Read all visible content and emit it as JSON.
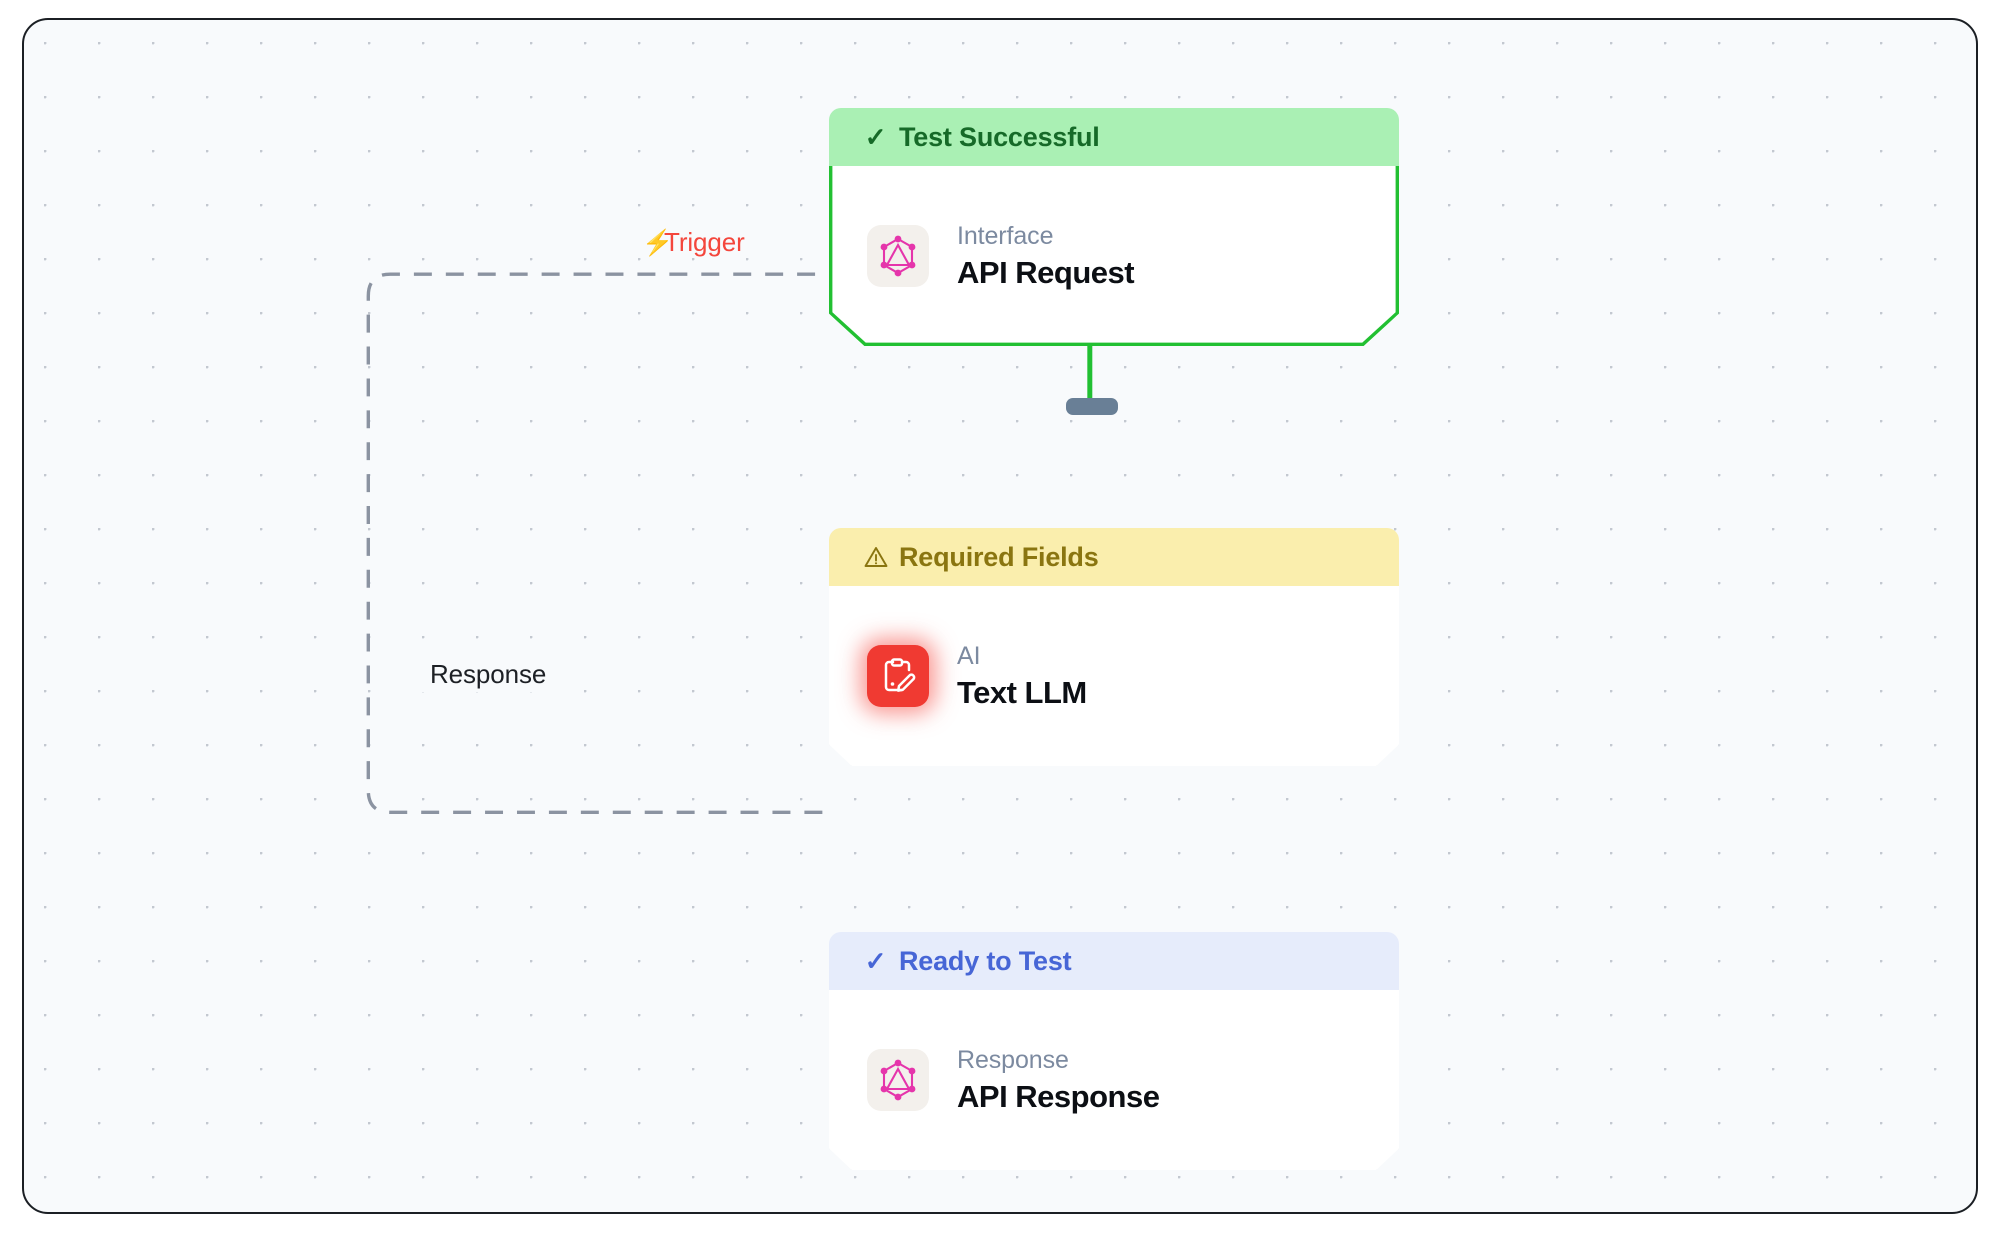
{
  "canvas": {
    "background_color": "#f8fafc",
    "grid": "dot-grid",
    "border_color": "#1b1f24"
  },
  "edges": [
    {
      "id": "trigger-edge",
      "label": "Trigger",
      "icon": "lightning-bolt-icon",
      "color": "#f4463c",
      "style": "dashed",
      "from": "api-response",
      "to": "api-request"
    },
    {
      "id": "response-edge",
      "label": "Response",
      "color": "#1d2025",
      "style": "dashed",
      "from": "api-request",
      "to": "api-response"
    },
    {
      "id": "request-to-llm",
      "label": "",
      "color": "#22c032",
      "style": "solid",
      "from": "api-request",
      "to": "text-llm"
    },
    {
      "id": "llm-to-response",
      "label": "",
      "color": "#697f96",
      "style": "solid",
      "from": "text-llm",
      "to": "api-response"
    }
  ],
  "nodes": [
    {
      "id": "api-request",
      "status_label": "Test Successful",
      "status_icon": "check-icon",
      "status_glyph": "✓",
      "status_bg": "#aaf0b4",
      "status_color": "#166a28",
      "category": "Interface",
      "title": "API Request",
      "icon": "graphql-icon",
      "icon_color": "#e535ab",
      "outline_color": "#22c032"
    },
    {
      "id": "text-llm",
      "status_label": "Required Fields",
      "status_icon": "warning-triangle-icon",
      "status_glyph": "⚠",
      "status_bg": "#faeead",
      "status_color": "#8a7510",
      "category": "AI",
      "title": "Text LLM",
      "icon": "clipboard-pencil-icon",
      "icon_color": "#ffffff",
      "icon_bg": "#f03a32"
    },
    {
      "id": "api-response",
      "status_label": "Ready to Test",
      "status_icon": "check-icon",
      "status_glyph": "✓",
      "status_bg": "#e6ecfb",
      "status_color": "#4766d6",
      "category": "Response",
      "title": "API Response",
      "icon": "graphql-icon",
      "icon_color": "#e535ab"
    }
  ]
}
